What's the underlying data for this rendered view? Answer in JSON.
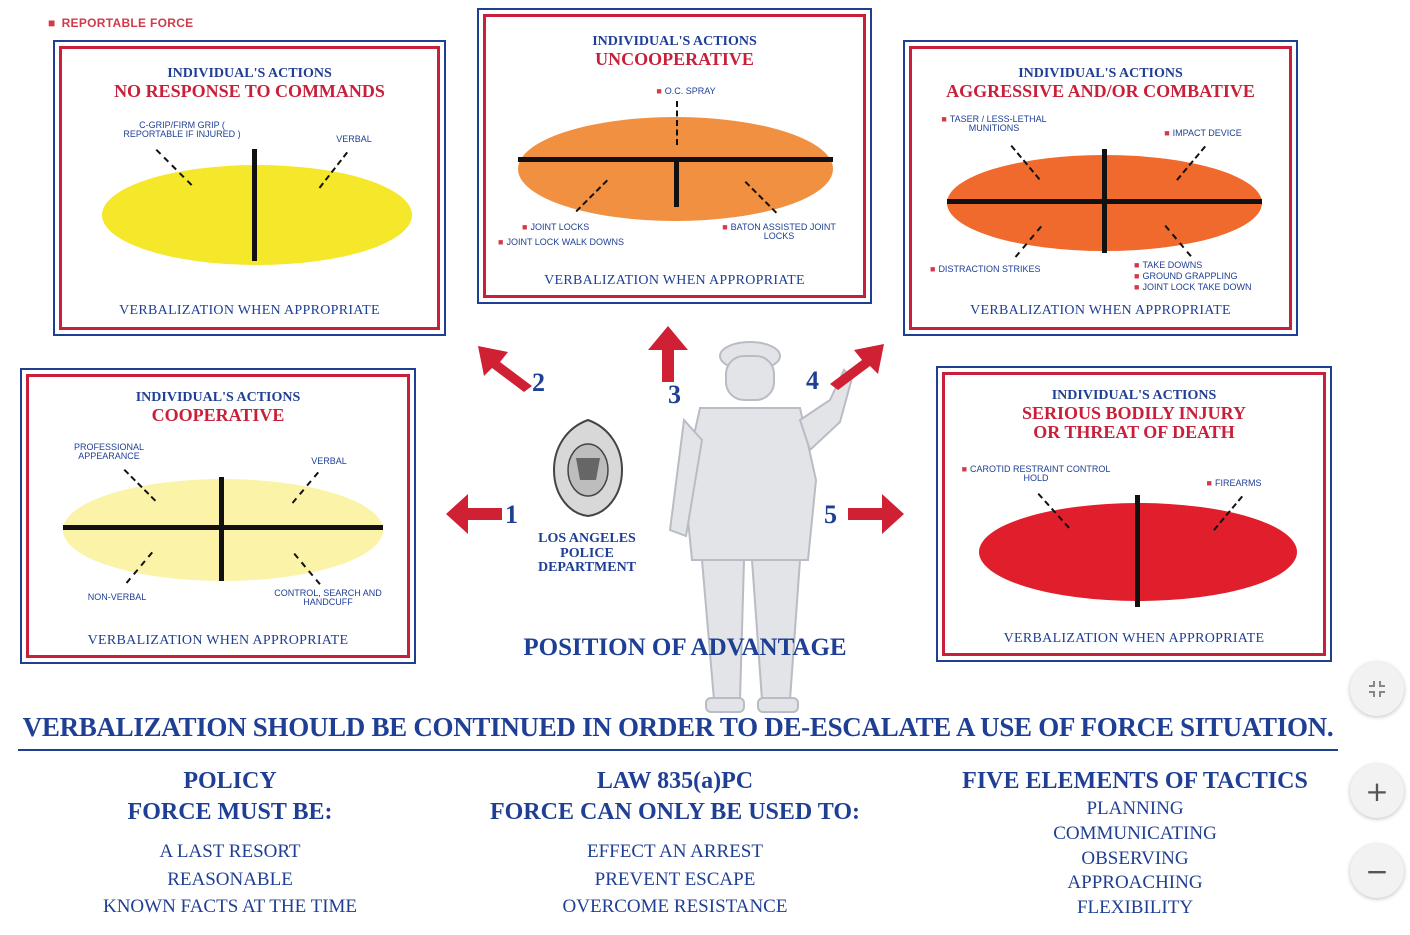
{
  "legend": {
    "marker": "■",
    "text": "REPORTABLE FORCE"
  },
  "cards": [
    {
      "id": "1",
      "heading": "INDIVIDUAL'S ACTIONS",
      "subheading": "NO RESPONSE TO COMMANDS",
      "footer": "VERBALIZATION WHEN APPROPRIATE",
      "labels": [
        "C-GRIP/FIRM GRIP ( REPORTABLE IF INJURED )",
        "VERBAL"
      ],
      "ellipse_color": "#f5e72a"
    },
    {
      "id": "2",
      "heading": "INDIVIDUAL'S ACTIONS",
      "subheading": "UNCOOPERATIVE",
      "footer": "VERBALIZATION WHEN APPROPRIATE",
      "labels": [
        "O.C. SPRAY",
        "JOINT LOCKS",
        "JOINT LOCK WALK DOWNS",
        "BATON ASSISTED JOINT LOCKS"
      ],
      "ellipse_color": "#f09040"
    },
    {
      "id": "3",
      "heading": "INDIVIDUAL'S ACTIONS",
      "subheading": "AGGRESSIVE AND/OR COMBATIVE",
      "footer": "VERBALIZATION WHEN APPROPRIATE",
      "labels": [
        "TASER / LESS-LETHAL MUNITIONS",
        "IMPACT DEVICE",
        "DISTRACTION STRIKES",
        "TAKE DOWNS",
        "GROUND GRAPPLING",
        "JOINT LOCK TAKE DOWN"
      ],
      "ellipse_color": "#ef6a2c"
    },
    {
      "id": "4",
      "heading": "INDIVIDUAL'S ACTIONS",
      "subheading": "COOPERATIVE",
      "footer": "VERBALIZATION WHEN APPROPRIATE",
      "labels": [
        "PROFESSIONAL APPEARANCE",
        "VERBAL",
        "NON-VERBAL",
        "CONTROL, SEARCH AND HANDCUFF"
      ],
      "ellipse_color": "#fbf3a8"
    },
    {
      "id": "5",
      "heading": "INDIVIDUAL'S ACTIONS",
      "subheading": "SERIOUS BODILY INJURY",
      "subheading2": "OR THREAT OF DEATH",
      "footer": "VERBALIZATION WHEN APPROPRIATE",
      "labels": [
        "CAROTID RESTRAINT CONTROL HOLD",
        "FIREARMS"
      ],
      "ellipse_color": "#e01e2c"
    }
  ],
  "arrows": [
    {
      "number": "1"
    },
    {
      "number": "2"
    },
    {
      "number": "3"
    },
    {
      "number": "4"
    },
    {
      "number": "5"
    }
  ],
  "center": {
    "org_line1": "LOS ANGELES",
    "org_line2": "POLICE",
    "org_line3": "DEPARTMENT",
    "position_label": "POSITION OF ADVANTAGE"
  },
  "headline": "VERBALIZATION SHOULD BE CONTINUED IN ORDER TO DE-ESCALATE A USE OF FORCE SITUATION.",
  "columns": [
    {
      "title1": "POLICY",
      "title2": "FORCE MUST BE:",
      "items": [
        "A LAST RESORT",
        "REASONABLE",
        "KNOWN FACTS AT THE TIME"
      ]
    },
    {
      "title1": "LAW 835(a)PC",
      "title2": "FORCE CAN ONLY BE USED TO:",
      "items": [
        "EFFECT AN ARREST",
        "PREVENT ESCAPE",
        "OVERCOME RESISTANCE"
      ]
    },
    {
      "title1": "FIVE ELEMENTS OF TACTICS",
      "title2": "",
      "items": [
        "PLANNING",
        "COMMUNICATING",
        "OBSERVING",
        "APPROACHING",
        "FLEXIBILITY"
      ]
    }
  ],
  "zoom_controls": {
    "fit_icon": "fit-screen-icon",
    "plus": "+",
    "minus": "−"
  },
  "colors": {
    "navy": "#1f3f94",
    "red": "#c8203a"
  }
}
